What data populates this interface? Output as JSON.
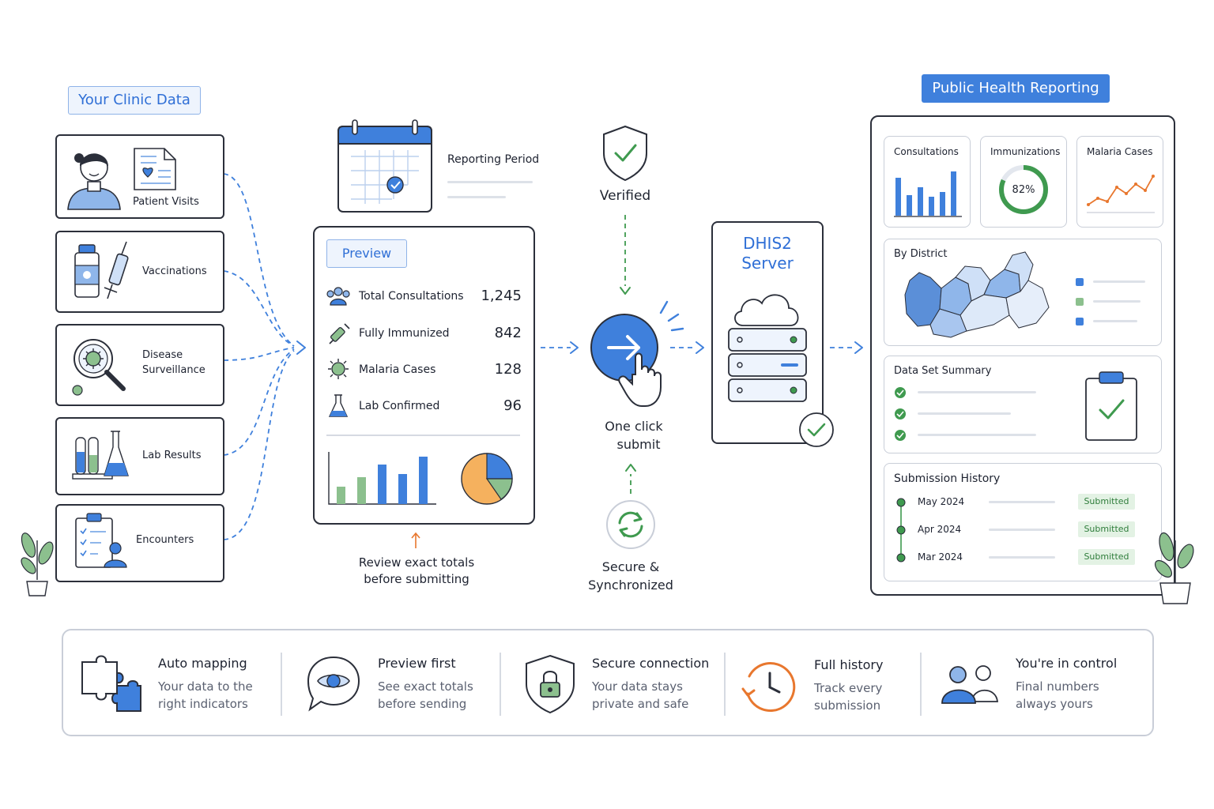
{
  "sources": {
    "heading": "Your Clinic Data",
    "items": [
      {
        "label": "Patient Visits"
      },
      {
        "label": "Vaccinations"
      },
      {
        "label": "Disease Surveillance"
      },
      {
        "label": "Lab Results"
      },
      {
        "label": "Encounters"
      }
    ]
  },
  "calendar": {
    "label": "Reporting Period"
  },
  "preview": {
    "tag": "Preview",
    "rows": [
      {
        "label": "Total Consultations",
        "value": "1,245"
      },
      {
        "label": "Fully Immunized",
        "value": "842"
      },
      {
        "label": "Malaria Cases",
        "value": "128"
      },
      {
        "label": "Lab Confirmed",
        "value": "96"
      }
    ],
    "caption_line1": "Review exact totals",
    "caption_line2": "before submitting"
  },
  "flow": {
    "verified": "Verified",
    "submit_line1": "One click",
    "submit_line2": "submit",
    "sync_line1": "Secure &",
    "sync_line2": "Synchronized"
  },
  "server": {
    "line1": "DHIS2",
    "line2": "Server"
  },
  "reporting": {
    "heading": "Public Health Reporting",
    "consultations": "Consultations",
    "immunizations": "Immunizations",
    "immunization_pct": "82%",
    "malaria": "Malaria Cases",
    "by_district": "By District",
    "data_set_summary": "Data Set Summary",
    "submission_history": {
      "title": "Submission History",
      "entries": [
        {
          "month": "May 2024",
          "status": "Submitted"
        },
        {
          "month": "Apr 2024",
          "status": "Submitted"
        },
        {
          "month": "Mar 2024",
          "status": "Submitted"
        }
      ]
    }
  },
  "features": [
    {
      "title": "Auto mapping",
      "line1": "Your data to the",
      "line2": "right indicators"
    },
    {
      "title": "Preview first",
      "line1": "See exact totals",
      "line2": "before sending"
    },
    {
      "title": "Secure connection",
      "line1": "Your data stays",
      "line2": "private and safe"
    },
    {
      "title": "Full history",
      "line1": "Track every",
      "line2": "submission"
    },
    {
      "title": "You're in control",
      "line1": "Final numbers",
      "line2": "always yours"
    }
  ],
  "colors": {
    "accent": "#3f80dc",
    "green": "#3f9a4f",
    "orange": "#e8772e",
    "ink": "#1d2230"
  }
}
